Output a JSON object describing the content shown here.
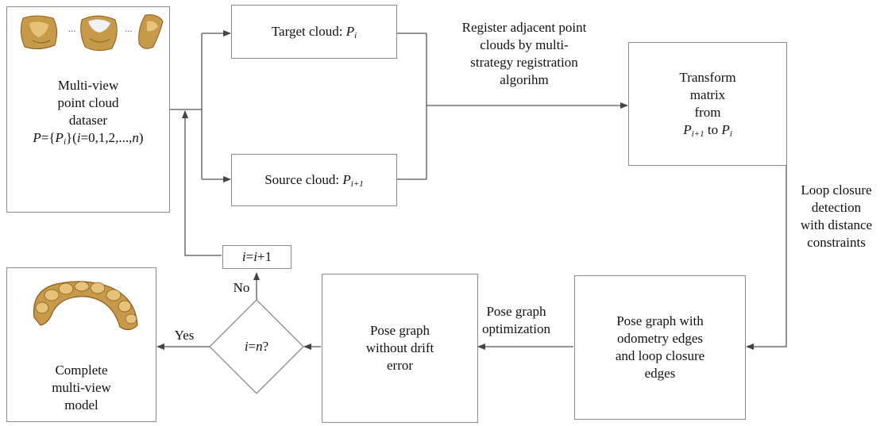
{
  "nodes": {
    "dataset": {
      "lines": [
        "Multi-view",
        "point cloud",
        "dataser"
      ],
      "formula": {
        "prefix": "P",
        "eq": "={",
        "set_var": "P",
        "set_sub": "i",
        "close": "}(",
        "idx": "i",
        "range": "=0,1,2,...,",
        "last": "n",
        "end": ")"
      }
    },
    "target": {
      "label": "Target cloud: ",
      "var": "P",
      "sub": "i"
    },
    "source": {
      "label": "Source cloud: ",
      "var": "P",
      "sub": "i+1"
    },
    "transform": {
      "lines": [
        "Transform",
        "matrix",
        "from"
      ],
      "from_var": "P",
      "from_sub": "i+1",
      "to_word": " to ",
      "to_var": "P",
      "to_sub": "i"
    },
    "posegraph_edges": {
      "lines": [
        "Pose graph with",
        "odometry edges",
        "and loop closure",
        "edges"
      ]
    },
    "posegraph_nodrift": {
      "lines": [
        "Pose graph",
        "without drift",
        "error"
      ]
    },
    "decision": {
      "lhs": "i",
      "eq": "=",
      "rhs": "n",
      "q": "?"
    },
    "increment": {
      "lhs": "i",
      "eq": "=",
      "rhs": "i",
      "plus": "+1"
    },
    "complete": {
      "lines": [
        "Complete",
        "multi-view",
        "model"
      ]
    }
  },
  "edge_labels": {
    "register": [
      "Register adjacent point",
      "clouds by multi-",
      "strategy registration",
      "algorihm"
    ],
    "loop_closure": [
      "Loop closure",
      "detection",
      "with distance",
      "constraints"
    ],
    "pose_opt": [
      "Pose graph",
      "optimization"
    ],
    "yes": "Yes",
    "no": "No"
  },
  "images": {
    "thumb_1": "tooth-scan-view-1",
    "thumb_2": "tooth-scan-view-2",
    "thumb_3": "tooth-scan-view-3",
    "dots": "···",
    "model": "complete-dental-arch-model"
  },
  "colors": {
    "line": "#555555",
    "border": "#8a8a8a",
    "tooth_base": "#c79a4a",
    "tooth_dark": "#8a5a1e",
    "tooth_light": "#e6c27a"
  }
}
